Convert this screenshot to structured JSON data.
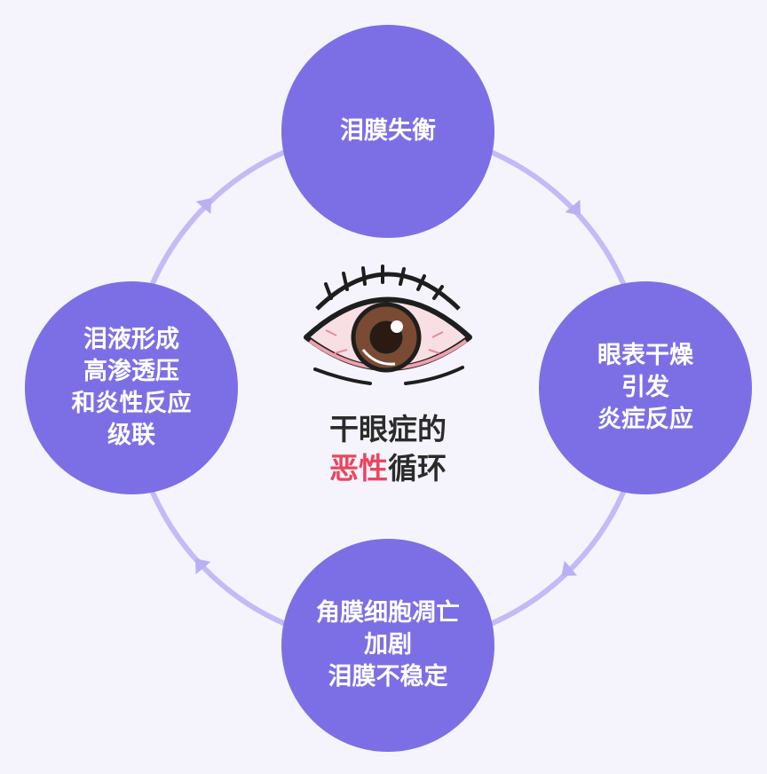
{
  "center": {
    "title_line1": "干眼症的",
    "title_line2_highlight": "恶性",
    "title_line2_rest": "循环",
    "icon": "red-eye-icon"
  },
  "nodes": [
    {
      "lines": [
        "泪膜失衡"
      ]
    },
    {
      "lines": [
        "眼表干燥",
        "引发",
        "炎症反应"
      ]
    },
    {
      "lines": [
        "角膜细胞凋亡",
        "加剧",
        "泪膜不稳定"
      ]
    },
    {
      "lines": [
        "泪液形成",
        "高渗透压",
        "和炎性反应",
        "级联"
      ]
    }
  ],
  "colors": {
    "node": "#7c6fe6",
    "ring": "#bdb5f5",
    "highlight": "#e8475f",
    "background": "#f5f4fd"
  }
}
